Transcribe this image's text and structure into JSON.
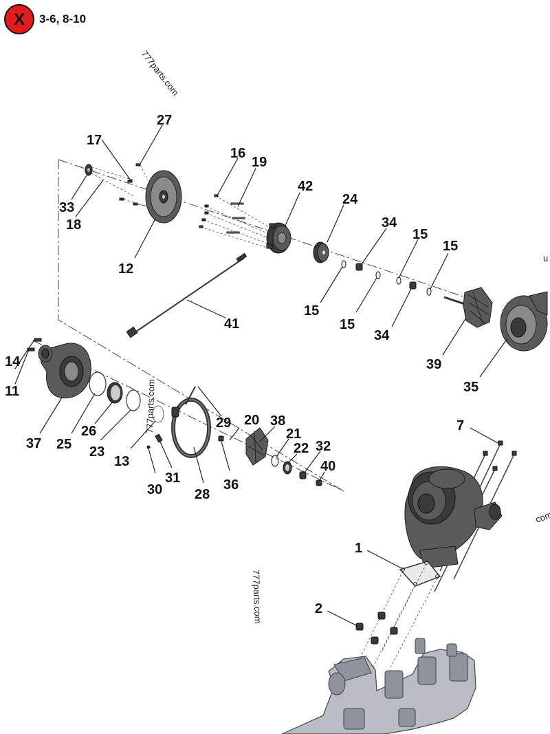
{
  "header": {
    "badge_glyph": "X",
    "badge_color": "#e31b1b",
    "not_used_text": "3-6, 8-10"
  },
  "watermarks": [
    "777parts.com",
    "777parts.com",
    "777parts.com",
    "u",
    "com"
  ],
  "callouts": [
    "27",
    "17",
    "16",
    "19",
    "42",
    "33",
    "18",
    "24",
    "34",
    "15",
    "15",
    "12",
    "15",
    "15",
    "34",
    "41",
    "39",
    "35",
    "14",
    "11",
    "29",
    "20",
    "38",
    "21",
    "22",
    "32",
    "40",
    "37",
    "25",
    "26",
    "23",
    "13",
    "30",
    "31",
    "28",
    "36",
    "7",
    "1",
    "2"
  ],
  "colors": {
    "part_dark": "#3a3a3a",
    "part_mid": "#5a5a5a",
    "manifold": "#b9bcc2"
  }
}
